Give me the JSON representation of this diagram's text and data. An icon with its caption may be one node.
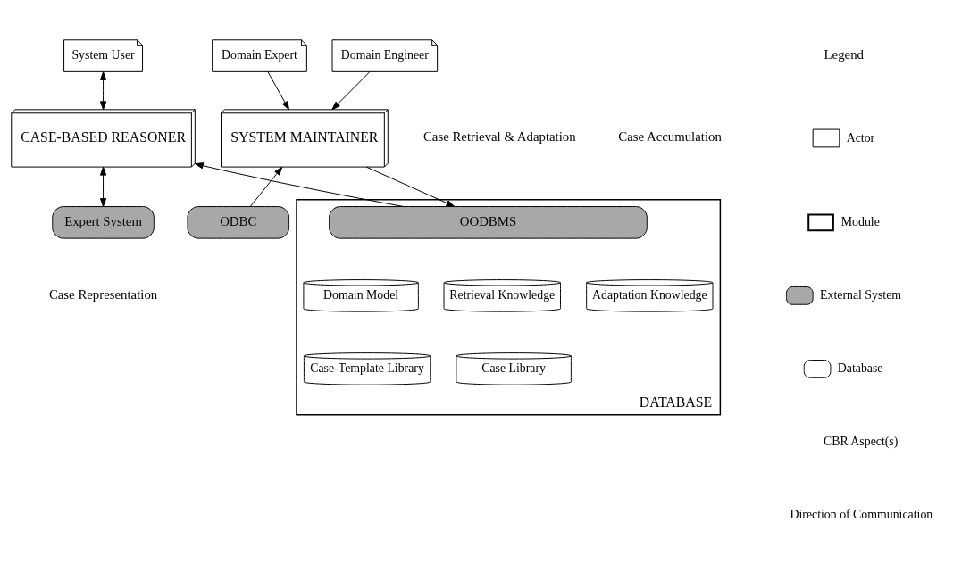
{
  "diagram": {
    "nodes": [
      {
        "text": [
          "System User"
        ]
      },
      {
        "text": [
          "Domain Expert"
        ]
      },
      {
        "text": [
          "Domain Engineer"
        ]
      },
      {
        "text": [
          "CASE-BASED REASONER"
        ]
      },
      {
        "text": [
          "SYSTEM MAINTAINER"
        ]
      },
      {
        "text": [
          "Expert System"
        ]
      },
      {
        "text": [
          "ODBC"
        ]
      },
      {
        "text": [
          "DATABASE"
        ]
      },
      {
        "text": [
          "OODBMS"
        ],
        "in": 7
      },
      {
        "text": [
          "Domain Model"
        ],
        "in": 7
      },
      {
        "text": [
          "Retrieval Knowledge"
        ],
        "in": 7
      },
      {
        "text": [
          "Adaptation Knowledge"
        ],
        "in": 7
      },
      {
        "text": [
          "Case-Template Library"
        ],
        "in": 7
      },
      {
        "text": [
          "Case Library"
        ],
        "in": 7
      }
    ],
    "edges": [
      {
        "from": 0,
        "to": 3,
        "arrow": "both"
      },
      {
        "from": 1,
        "to": 4,
        "arrow": "to"
      },
      {
        "from": 2,
        "to": 4,
        "arrow": "to"
      },
      {
        "from": 3,
        "to": 5,
        "arrow": "both"
      },
      {
        "from": 8,
        "to": 3,
        "arrow": "to"
      },
      {
        "from": 4,
        "to": 8,
        "arrow": "to"
      },
      {
        "from": 6,
        "to": 4,
        "arrow": "to"
      }
    ],
    "labels": [
      "Case Retrieval & Adaptation",
      "Case Accumulation",
      "Legend",
      "Case Representation"
    ],
    "legend": [
      {
        "text": "Actor"
      },
      {
        "text": "Module"
      },
      {
        "text": "External System"
      },
      {
        "text": "Database"
      },
      {
        "text": "CBR Aspect(s)"
      },
      {
        "text": "Direction of Communication"
      }
    ]
  }
}
